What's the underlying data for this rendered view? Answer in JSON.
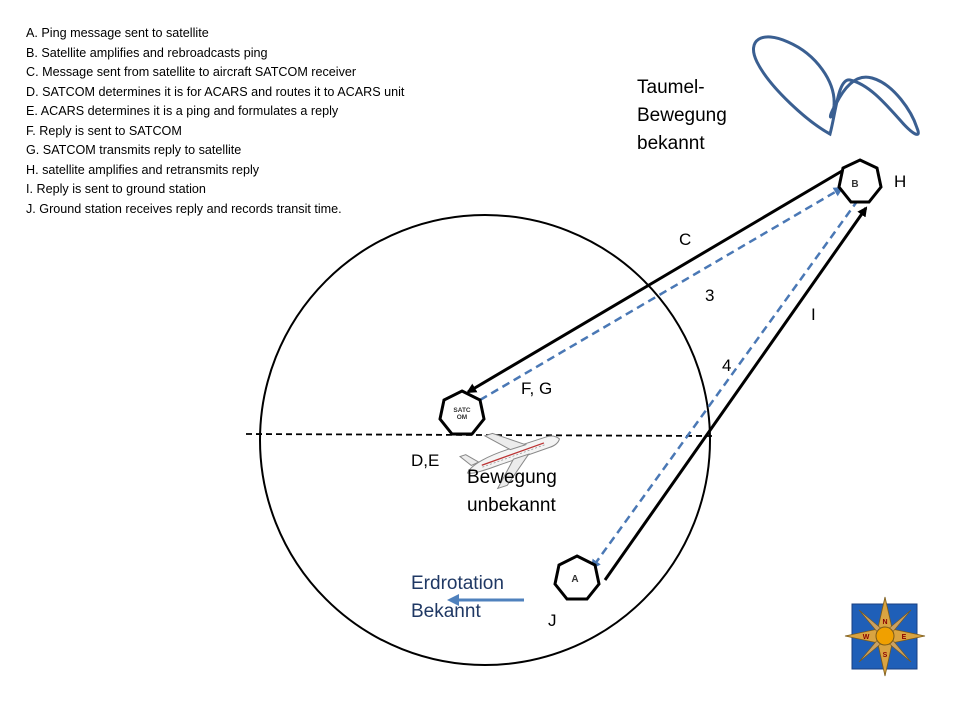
{
  "legend": [
    "A. Ping message sent to satellite",
    "B. Satellite amplifies and rebroadcasts ping",
    "C. Message sent from satellite to aircraft SATCOM receiver",
    "D. SATCOM determines it is for ACARS and routes it to ACARS unit",
    "E. ACARS determines it is a ping and formulates a reply",
    "F. Reply is sent to SATCOM",
    "G. SATCOM transmits reply to satellite",
    "H.  satellite amplifies and retransmits reply",
    "I. Reply is sent to ground station",
    "J. Ground station receives reply and records transit time."
  ],
  "nodes": {
    "satellite": {
      "glyph": "B"
    },
    "ground_station": {
      "glyph": "A"
    },
    "satcom": {
      "glyph_line1": "SATC",
      "glyph_line2": "OM"
    }
  },
  "labels": {
    "c": "C",
    "three": "3",
    "i": "I",
    "four": "4",
    "fg": "F, G",
    "de": "D,E",
    "h": "H",
    "j": "J"
  },
  "texts": {
    "taumel_line1": "Taumel-",
    "taumel_line2": "Bewegung",
    "taumel_line3": "bekannt",
    "bewegung_line1": "Bewegung",
    "bewegung_line2": "unbekannt",
    "erdrotation_line1": "Erdrotation",
    "erdrotation_line2": "Bekannt"
  },
  "compass": {
    "n": "N",
    "s": "S",
    "e": "E",
    "w": "W"
  },
  "colors": {
    "dashed_signal": "#4a78b5",
    "wobble_curve": "#3a5f91",
    "rotation_arrow": "#4f81bd",
    "text_blue": "#1f3864",
    "compass_bg": "#1f5fb8",
    "compass_star": "#d9a441",
    "compass_sun": "#f0a000"
  }
}
